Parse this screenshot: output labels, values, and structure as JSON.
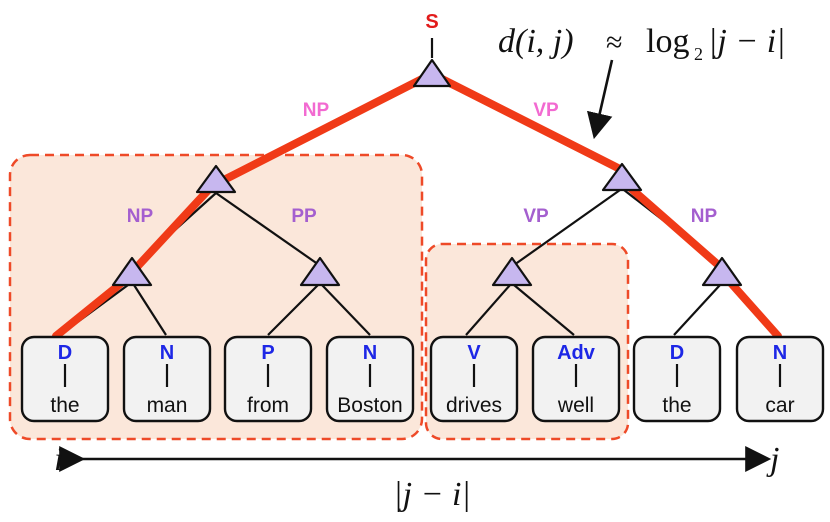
{
  "colors": {
    "root_label": "#e21b1b",
    "pos_label": "#1d27e6",
    "phrase_label_root_level": "#f26ad1",
    "phrase_label": "#a45fcf",
    "highlight_path": "#f03a17",
    "region_fill": "#fbe7da",
    "region_border": "#ee4a28",
    "node_fill": "#c7b7ef"
  },
  "root": {
    "label": "S"
  },
  "phrases": {
    "np_top": "NP",
    "vp_top": "VP",
    "np_left": "NP",
    "pp": "PP",
    "vp_inner": "VP",
    "np_right": "NP"
  },
  "tokens": [
    {
      "pos": "D",
      "word": "the"
    },
    {
      "pos": "N",
      "word": "man"
    },
    {
      "pos": "P",
      "word": "from"
    },
    {
      "pos": "N",
      "word": "Boston"
    },
    {
      "pos": "V",
      "word": "drives"
    },
    {
      "pos": "Adv",
      "word": "well"
    },
    {
      "pos": "D",
      "word": "the"
    },
    {
      "pos": "N",
      "word": "car"
    }
  ],
  "formula": {
    "lhs": "d(i, j)",
    "approx": "≈",
    "log": "log",
    "base": "2",
    "arg": "|j − i|"
  },
  "span": {
    "left": "i",
    "right": "j",
    "label": "|j − i|"
  }
}
